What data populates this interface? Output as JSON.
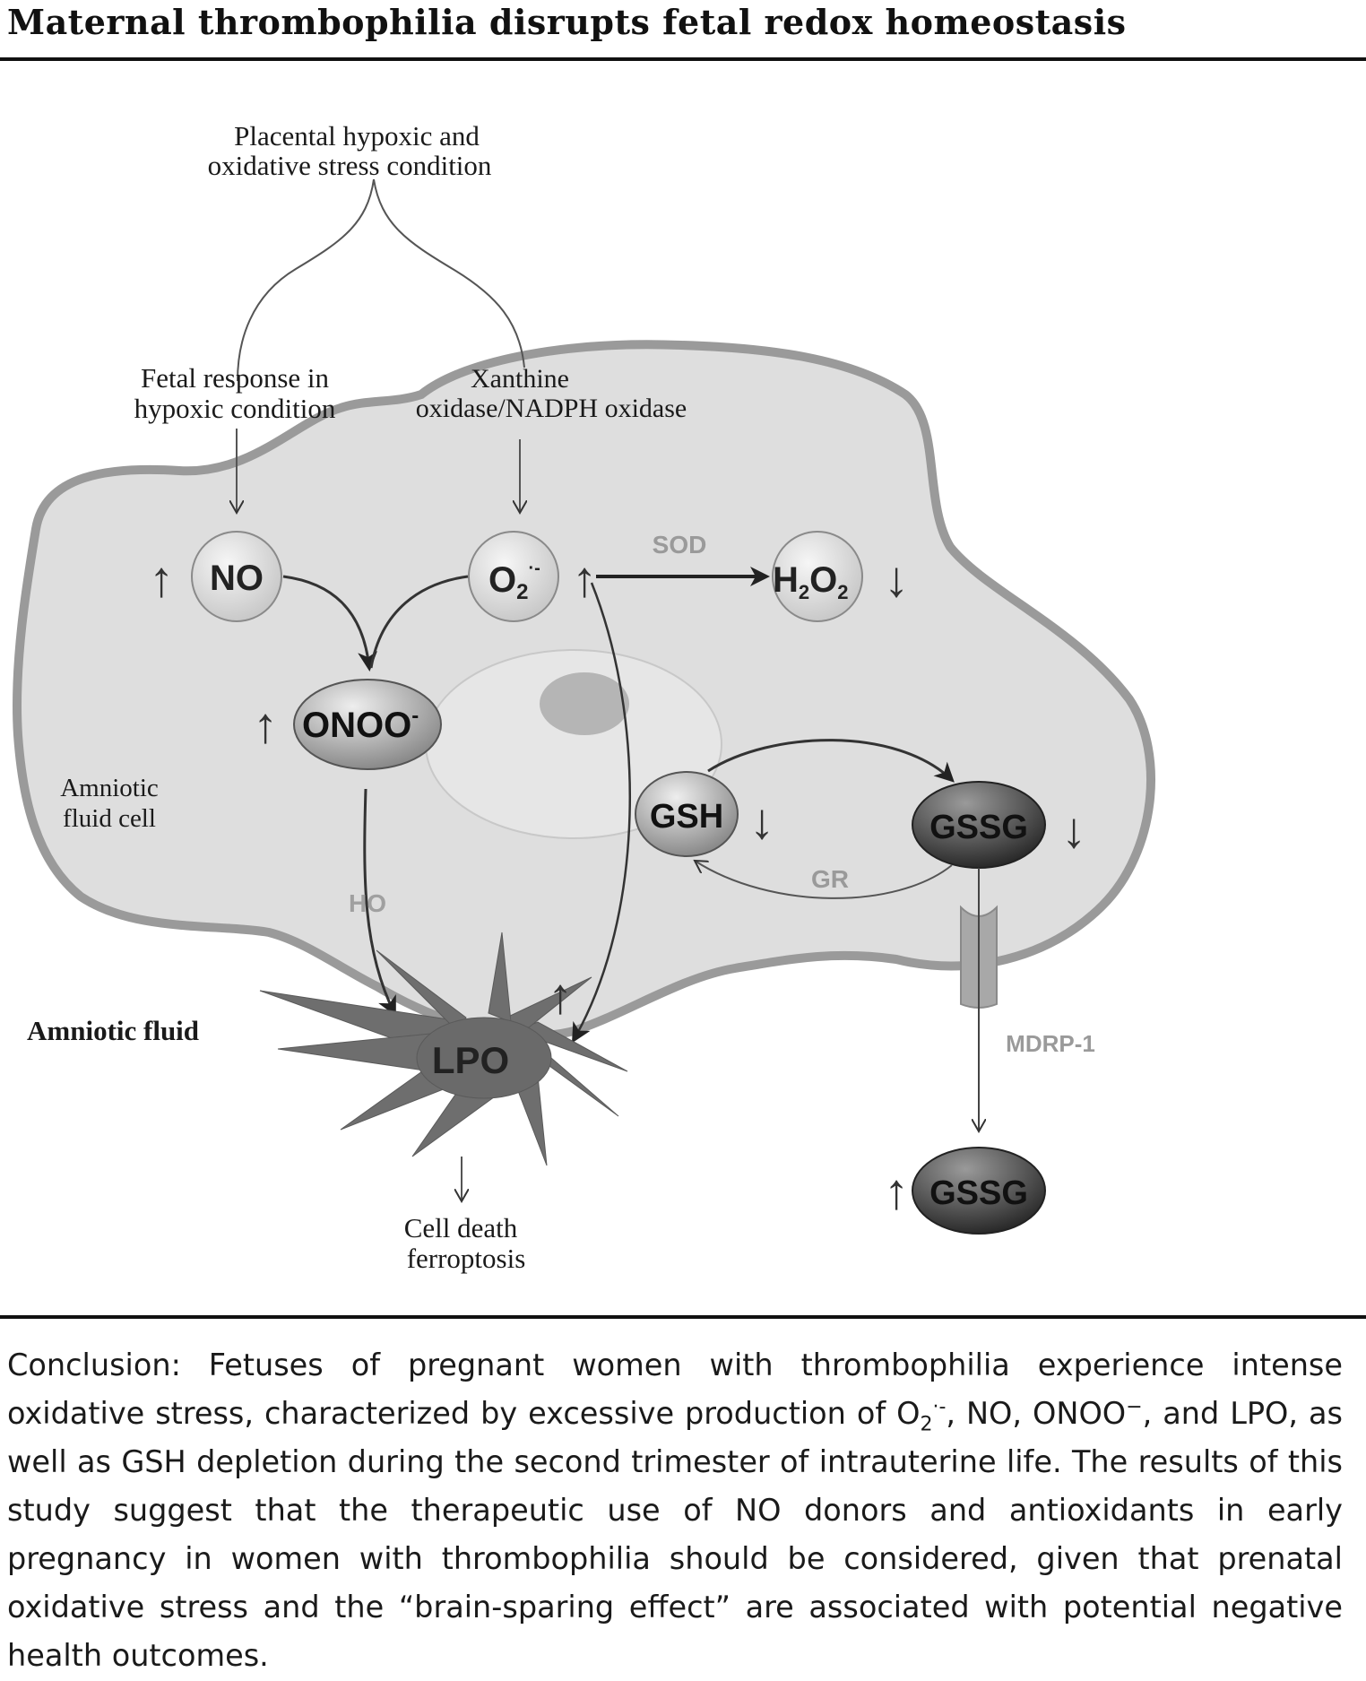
{
  "title": "Maternal thrombophilia disrupts fetal redox homeostasis",
  "diagram": {
    "top_label_line1": "Placental hypoxic and",
    "top_label_line2": "oxidative stress condition",
    "fetal_line1": "Fetal response in",
    "fetal_line2": "hypoxic condition",
    "xanthine_line1": "Xanthine",
    "xanthine_line2": "oxidase/NADPH oxidase",
    "amniotic_cell_line1": "Amniotic",
    "amniotic_cell_line2": "fluid cell",
    "amniotic_fluid": "Amniotic fluid",
    "celldeath_line1": "Cell death",
    "celldeath_line2": "ferroptosis",
    "node_no": "NO",
    "node_o2": "O",
    "node_o2_sub": "2",
    "node_o2_sup": "·-",
    "node_h2o2_a": "H",
    "node_h2o2_sub1": "2",
    "node_h2o2_b": "O",
    "node_h2o2_sub2": "2",
    "node_onoo": "ONOO",
    "node_onoo_sup": "-",
    "node_gsh": "GSH",
    "node_gssg_in": "GSSG",
    "node_gssg_out": "GSSG",
    "node_lpo": "LPO",
    "enzyme_sod": "SOD",
    "enzyme_ho": "HO",
    "enzyme_gr": "GR",
    "enzyme_mdrp": "MDRP-1",
    "arrow_up": "↑",
    "arrow_down": "↓"
  },
  "conclusion": {
    "p1": "Conclusion: Fetuses of pregnant women with thrombophilia experience intense oxidative stress, characterized by excessive production of O",
    "sub": "2",
    "sup": "·-",
    "p2": ", NO, ONOO",
    "sup2": "−",
    "p3": ", and LPO, as well as GSH depletion during the second trimester of intrauterine life. The results of this study suggest that the therapeutic use of NO donors and antioxidants in early pregnancy in women with thrombophilia should be considered, given that prenatal oxidative stress and the “brain-sparing effect” are associated with potential negative health outcomes."
  }
}
